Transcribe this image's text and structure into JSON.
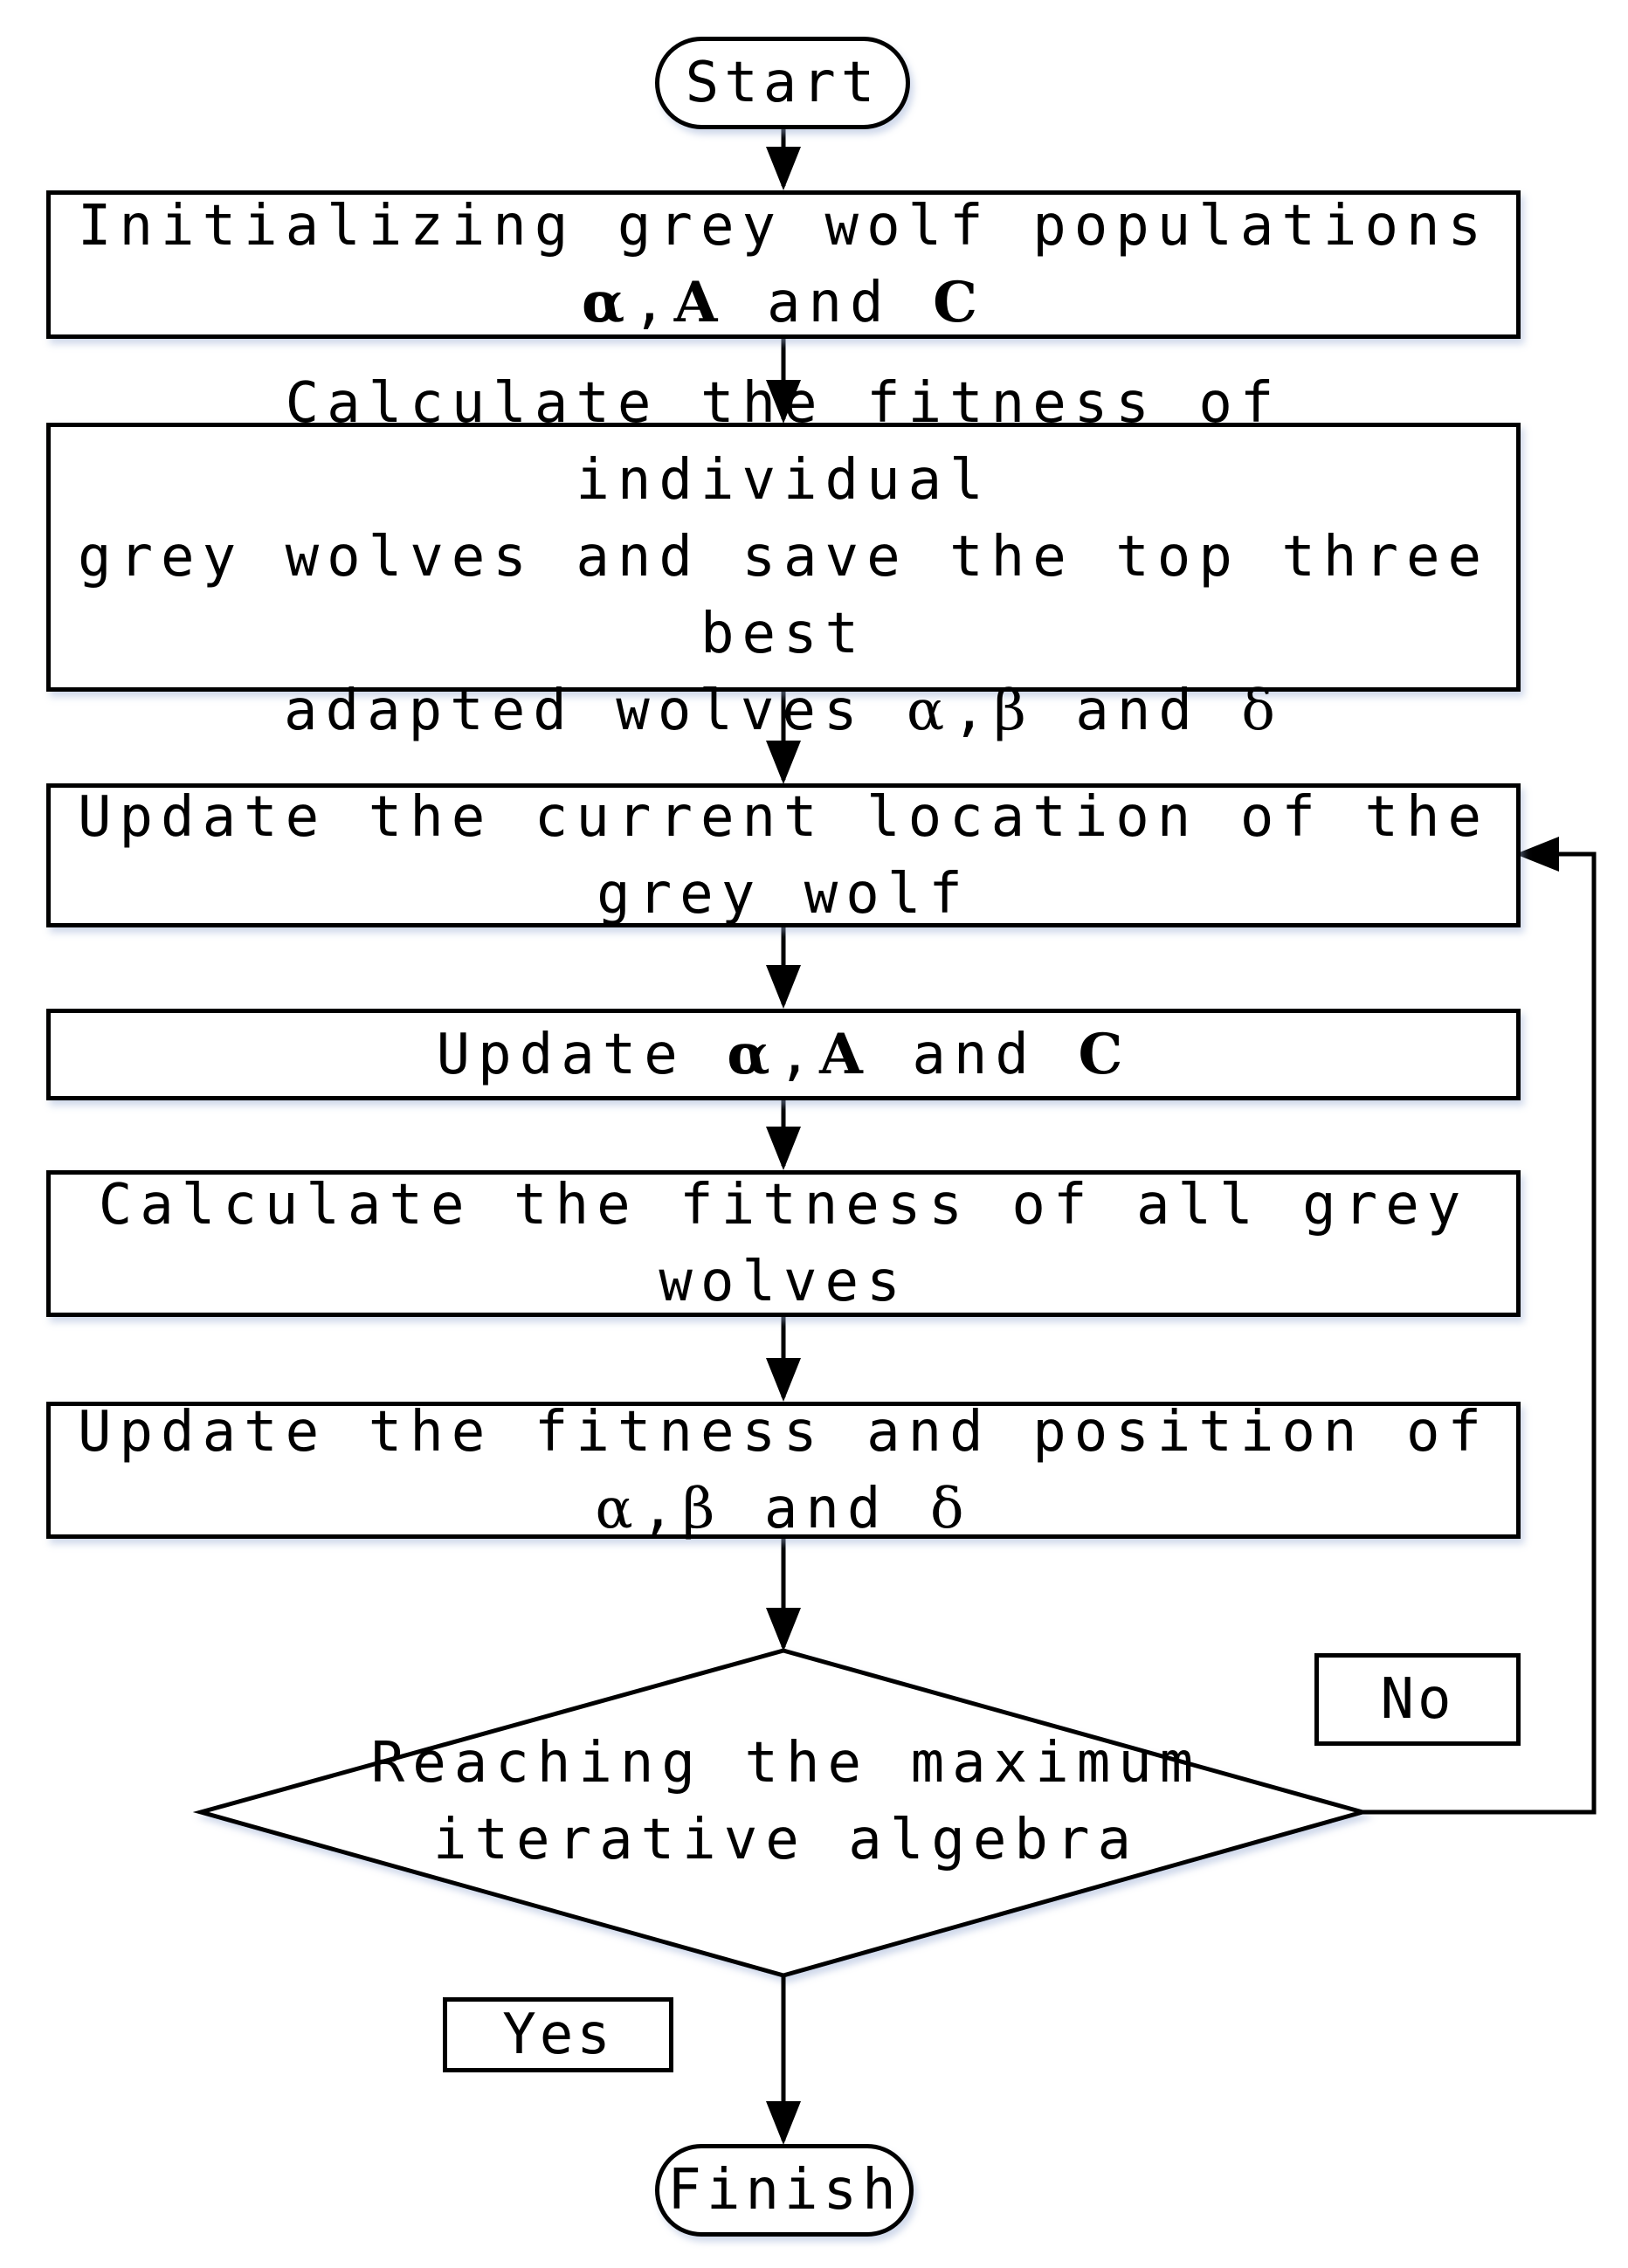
{
  "flowchart": {
    "start": "Start",
    "init": {
      "text": "Initializing grey wolf populations",
      "sym1": "α",
      "sep1": ",",
      "sym2": "A",
      "mid": "and",
      "sym3": "C"
    },
    "calc_fitness": {
      "line1": "Calculate the fitness of individual",
      "line2": "grey wolves and save the top three best",
      "pre": "adapted wolves",
      "sym1": "α",
      "sep1": ",",
      "sym2": "β",
      "mid": "and",
      "sym3": "δ"
    },
    "update_location": "Update the current location of the grey wolf",
    "update_params": {
      "pre": "Update",
      "sym1": "α",
      "sep1": ",",
      "sym2": "A",
      "mid": "and",
      "sym3": "C"
    },
    "calc_all": "Calculate the fitness of all grey wolves",
    "update_fitness": {
      "text": "Update the fitness and position of",
      "sym1": "α",
      "sep1": ",",
      "sym2": "β",
      "mid": "and",
      "sym3": "δ"
    },
    "decision": {
      "line1": "Reaching the maximum",
      "line2": "iterative algebra"
    },
    "no_label": "No",
    "yes_label": "Yes",
    "finish": "Finish"
  }
}
